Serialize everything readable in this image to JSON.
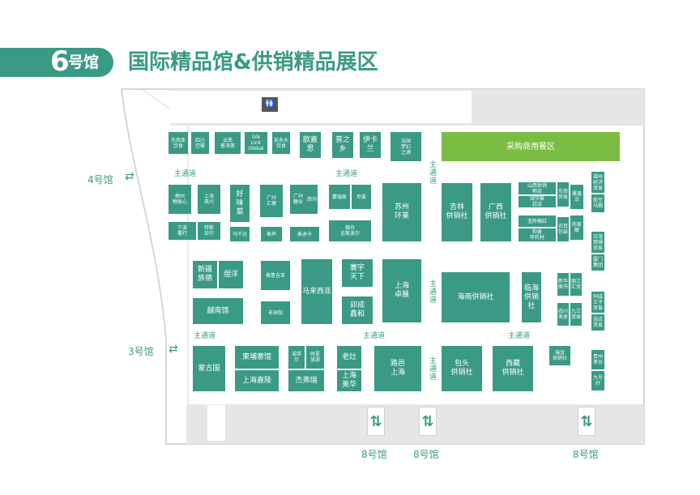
{
  "header": {
    "hall_number": "6",
    "hall_suffix": "号馆",
    "title": "国际精品馆&供销精品展区"
  },
  "icons": {
    "restroom": "restroom-icon",
    "transfer": "two-way-arrow-icon"
  },
  "colors": {
    "booth": "#3a9a85",
    "dining": "#7bbd42",
    "corridor": "#e6e6e6"
  },
  "neighbors": {
    "left_top": "4号馆",
    "left_bottom": "3号馆",
    "bottom": [
      "8号馆",
      "8号馆",
      "8号馆"
    ]
  },
  "roads": {
    "main": "主通道",
    "main_vertical": "主通道"
  },
  "restroom_symbol": "🚻",
  "booths": {
    "r1": [
      "东南亚\n饮食",
      "四川\n巴蜀",
      "云南\n普洱茶",
      "Silk\nLink\nGlobal",
      "安永头\n饮食",
      "欧嘉思",
      "普之\n乡",
      "伊卡\n兰",
      "法国\n梦幻\n之酒"
    ],
    "dining": "采购商用餐区",
    "c1": [
      "梅州\n物联心",
      "上海\n昌兴",
      "好\n味\n菜",
      "广州\n汇捷",
      "广州\n糖业",
      "西沟",
      "蒙瑞家",
      "世爱",
      "苏州\n环莱"
    ],
    "c1b": [
      "宁波\n樱行",
      "特斯\n珍尔",
      "马干达",
      "奉声",
      "泰迪卡",
      "烟台\n吉斯波尔"
    ],
    "p1": [
      "吉林\n供销社",
      "广西\n供销社",
      "山西供销\n物流",
      "绿华泰\n超会",
      "东南\n贸易",
      "雅鑫\n沿",
      "宝岭楠红",
      "和香\n甲药材",
      "农耳\n包装",
      "陈家\n酿"
    ],
    "right_col": [
      "福州\n经济\n贸易",
      "航空\n乌鞘",
      "沿海\n琅珊\n贸易",
      "厦门\n集团",
      "同成\n王子\n贸易",
      "张店\n贸易",
      "贵州\n茅台",
      "九号\n好"
    ],
    "r3": [
      "新疆\n族德",
      "煜洋",
      "格鲁吉亚",
      "马来西亚",
      "寰宇\n天下",
      "上海\n卓展",
      "海南供销社",
      "临海\n供销社"
    ],
    "r3b": [
      "越南馆",
      "非洲馆",
      "卯成\n鑫和"
    ],
    "small_mid": [
      "新华\n图书",
      "丽江\n汇贸",
      "四川\n美食",
      "九江\n贸易"
    ],
    "r4": [
      "蒙古国",
      "柬埔寨馆",
      "上海嘉陵",
      "诺带\n尔",
      "时夏\n旅游",
      "杰弗瑞",
      "老灶",
      "上海\n美华",
      "路邑\n上海",
      "包头\n供销社",
      "西藏\n供销社",
      "瑞金\n供销社"
    ]
  }
}
